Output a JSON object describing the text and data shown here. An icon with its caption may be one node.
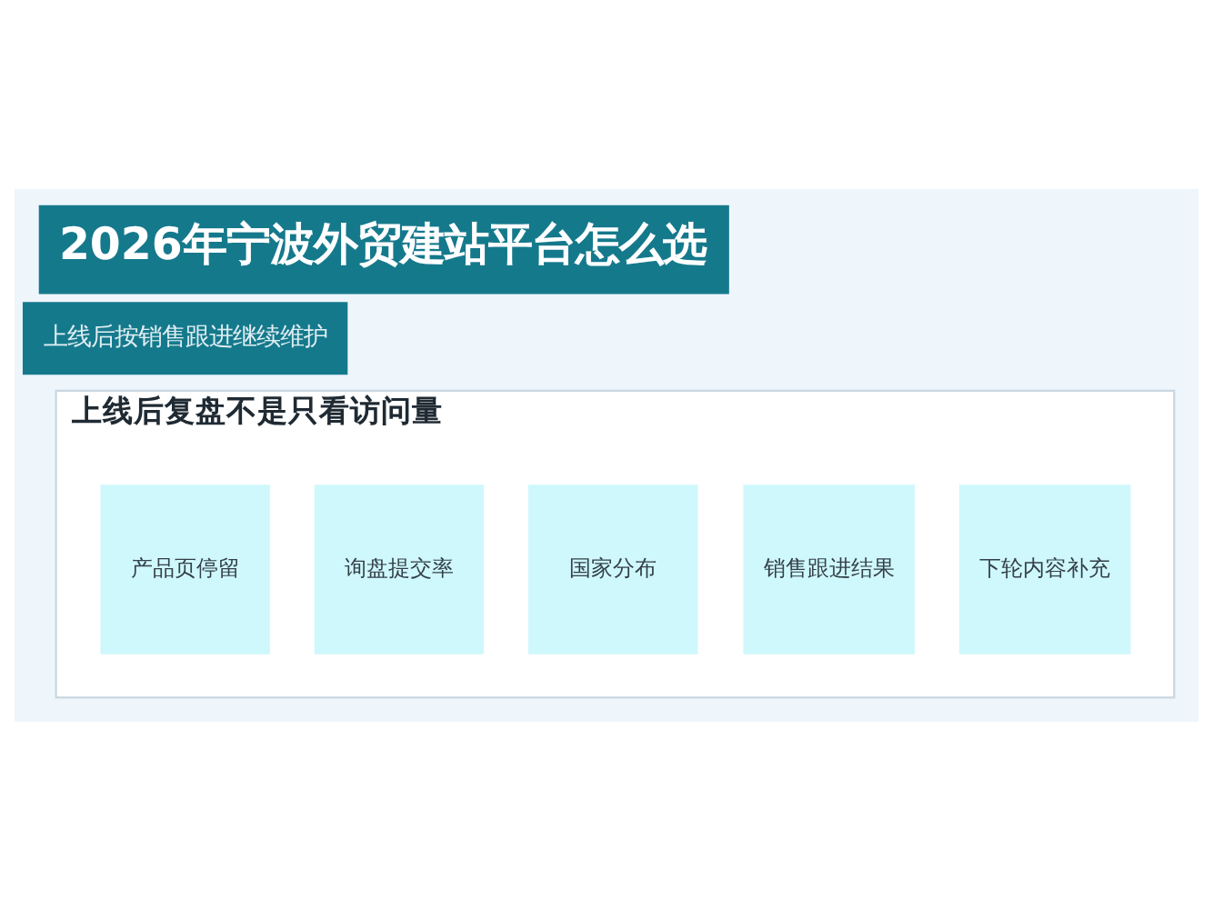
{
  "diagram": {
    "title": "2026年宁波外贸建站平台怎么选",
    "nodes": [
      {
        "text": [
          "上线后复盘不是只看访问量"
        ]
      },
      {
        "text": [
          "产品页停留"
        ],
        "in": 0
      },
      {
        "text": [
          "询盘提交率"
        ],
        "in": 0
      },
      {
        "text": [
          "国家分布"
        ],
        "in": 0
      },
      {
        "text": [
          "销售跟进结果"
        ],
        "in": 0
      },
      {
        "text": [
          "下轮内容补充"
        ],
        "in": 0
      }
    ],
    "labels": [
      "上线后按销售跟进继续维护"
    ]
  }
}
